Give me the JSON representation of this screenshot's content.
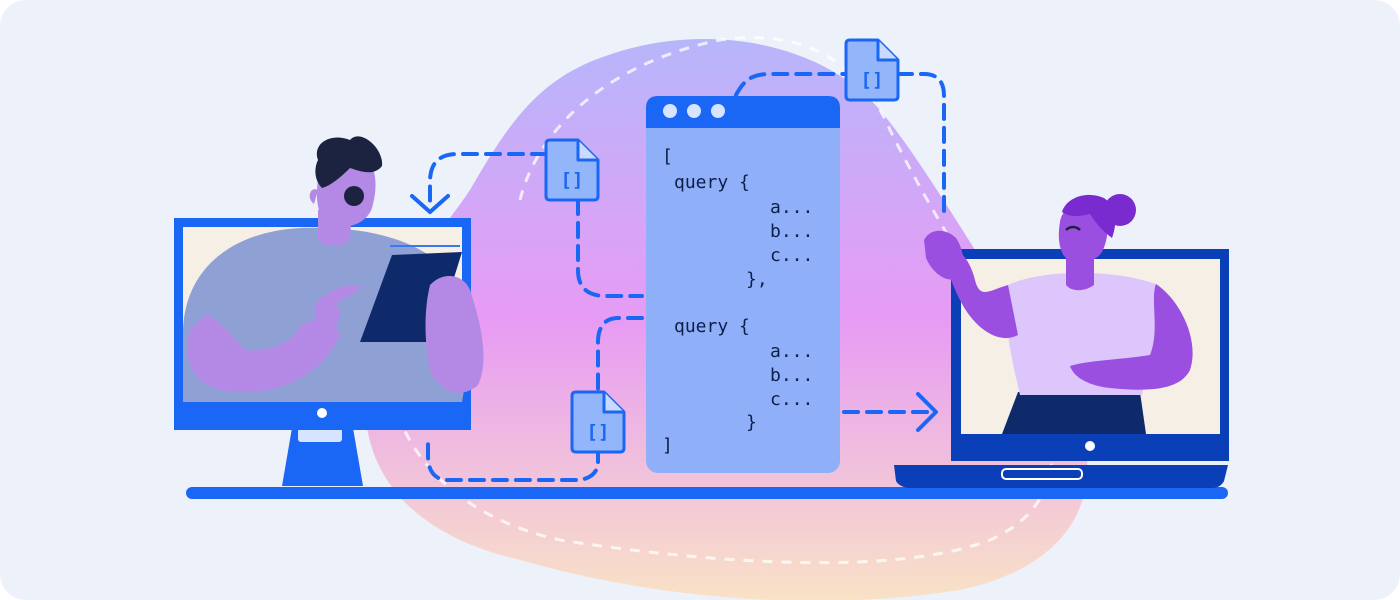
{
  "colors": {
    "background": "#edf2fa",
    "accent_blue": "#1a66f5",
    "navy": "#0b2a7a",
    "panel": "#8fb0f8",
    "code_text": "#0e1e4a",
    "doc_fill": "#93b6fa",
    "blob_top": "#b7b6fb",
    "blob_mid": "#e79bf4",
    "blob_bottom": "#f9e2c6"
  },
  "code_window": {
    "lines": [
      "[",
      "query {",
      "a...",
      "b...",
      "c...",
      "},",
      "query {",
      "a...",
      "b...",
      "c...",
      "}",
      "]"
    ]
  },
  "documents": [
    {
      "label": "[]"
    },
    {
      "label": "[]"
    },
    {
      "label": "[]"
    }
  ],
  "icons": {
    "document": "document-icon",
    "arrow": "arrow-icon",
    "monitor": "monitor-icon",
    "laptop": "laptop-icon",
    "tablet": "tablet-icon"
  }
}
